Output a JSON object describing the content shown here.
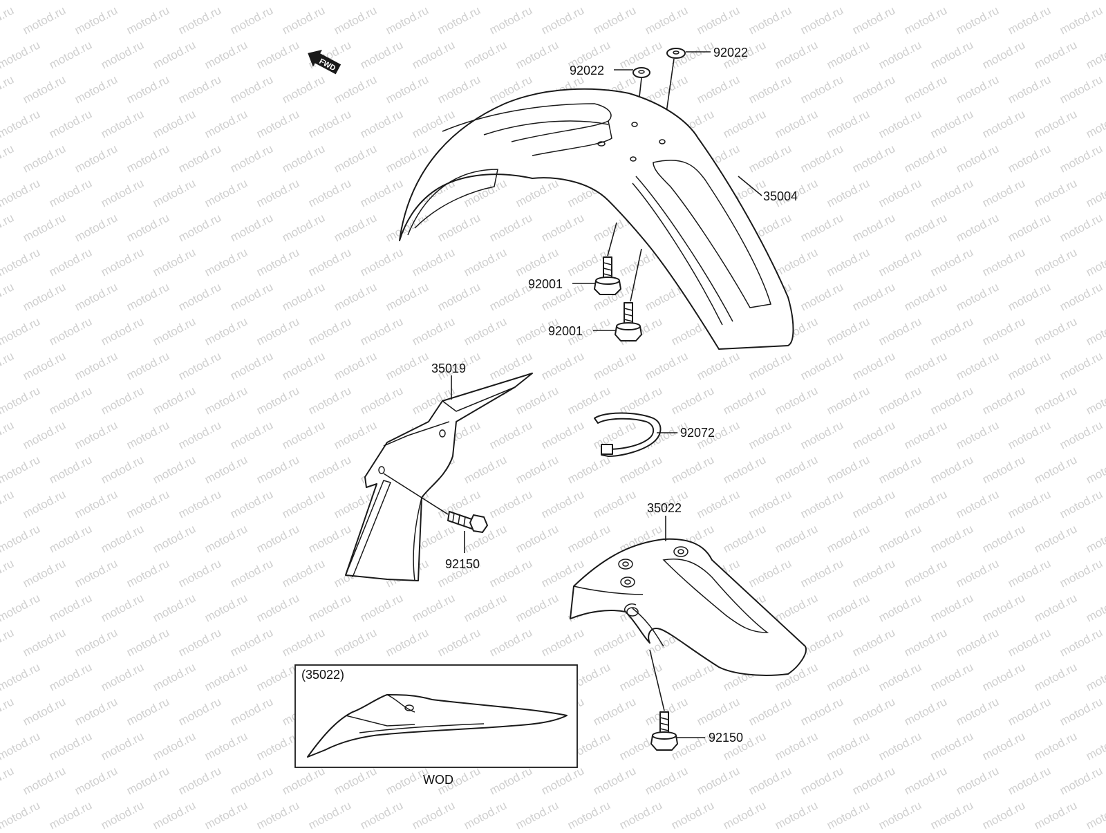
{
  "watermark": {
    "text": "motod.ru"
  },
  "fwd_arrow": {
    "label": "FWD"
  },
  "callouts": {
    "washer_left": "92022",
    "washer_right": "92022",
    "front_fender": "35004",
    "bolt_upper": "92001",
    "bolt_lower": "92001",
    "bracket": "35019",
    "band_clamp": "92072",
    "bracket_bolt": "92150",
    "rear_fender": "35022",
    "rear_fender_bolt": "92150"
  },
  "inset": {
    "ref_label": "(35022)",
    "caption": "WOD"
  }
}
